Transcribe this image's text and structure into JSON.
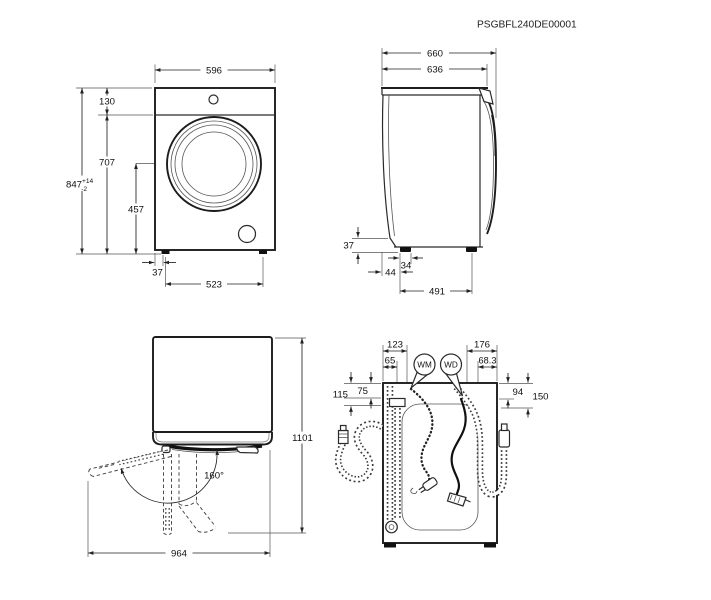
{
  "drawing_code": "PSGBFL240DE00001",
  "front_view": {
    "width": "596",
    "top_panel_height": "130",
    "body_height_below_panel": "707",
    "total_height": "847",
    "total_height_tol_upper": "+14",
    "total_height_tol_lower": "-2",
    "door_center_to_floor": "457",
    "foot_edge_offset": "37",
    "foot_spacing": "523"
  },
  "side_view": {
    "total_depth": "660",
    "body_depth": "636",
    "base_height": "37",
    "foot_length": "34",
    "foot_rear_offset": "44",
    "foot_spacing": "491"
  },
  "door_view": {
    "depth_door_open": "1101",
    "width_door_open": "964",
    "opening_angle": "160°"
  },
  "rear_view": {
    "inlet_offset_outer": "123",
    "inlet_offset_inner": "65",
    "drain_offset_outer": "176",
    "drain_offset_inner": "68.3",
    "inlet_drop_outer": "115",
    "inlet_drop_inner": "75",
    "drain_drop_inner": "94",
    "drain_drop_outer": "150",
    "balloon_wm": "WM",
    "balloon_wd": "WD"
  }
}
